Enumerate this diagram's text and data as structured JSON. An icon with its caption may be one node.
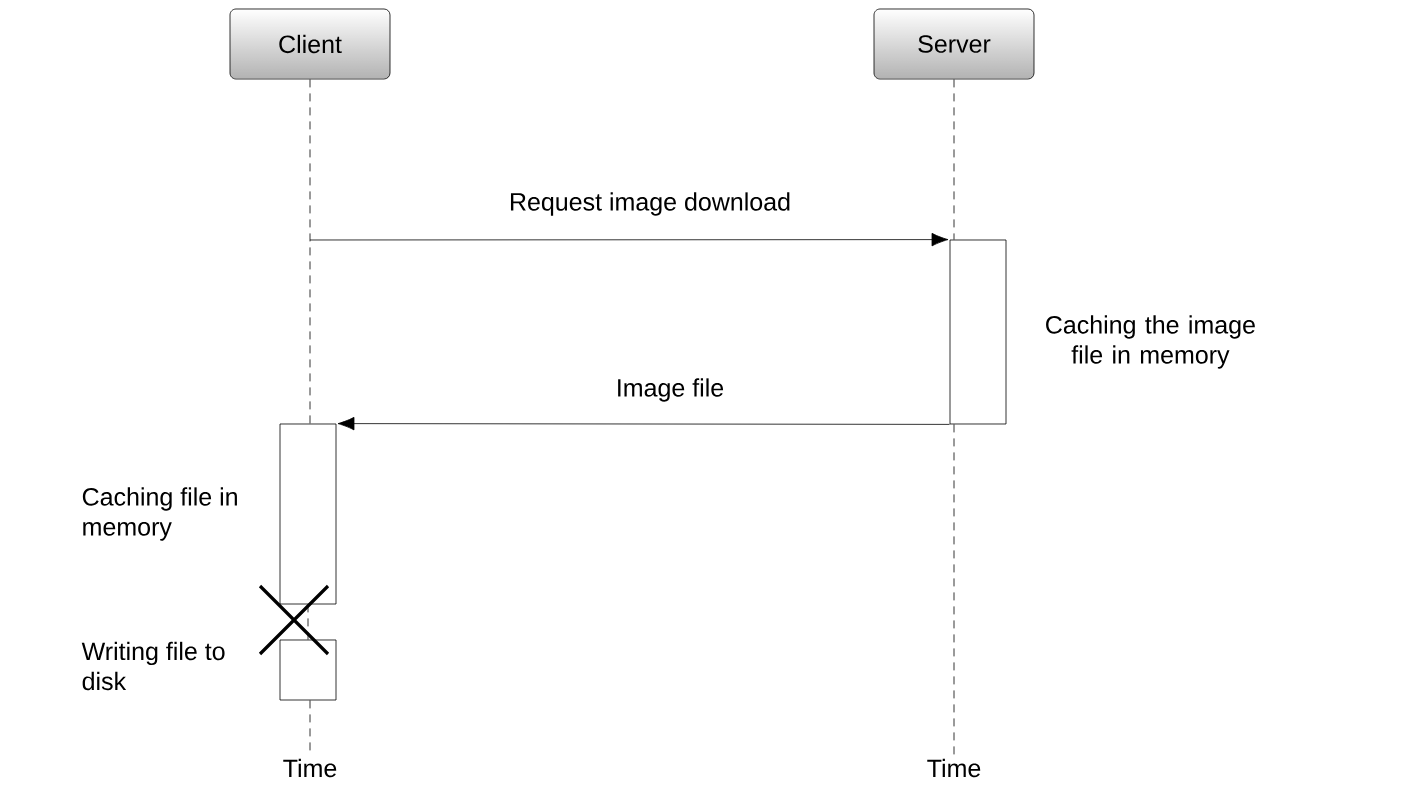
{
  "diagram": {
    "nodes": [
      {
        "text": [
          "Client"
        ]
      },
      {
        "text": [
          "Server"
        ]
      },
      {
        "text": [],
        "shape": "bar",
        "beside": [
          "Caching the image file in memory"
        ]
      },
      {
        "text": [],
        "shape": "bar",
        "beside": [
          "Caching file in memory"
        ]
      },
      {
        "text": [],
        "shape": "bar",
        "beside": [
          "Writing file to disk"
        ]
      },
      {
        "text": [
          "Time"
        ]
      },
      {
        "text": [
          "Time"
        ]
      }
    ],
    "edges": [
      {
        "from": 0,
        "to": 3,
        "arrow": "none",
        "style": "dashed"
      },
      {
        "from": 3,
        "to": 4,
        "arrow": "none",
        "style": "dashed"
      },
      {
        "from": 4,
        "to": 5,
        "arrow": "none",
        "style": "dashed"
      },
      {
        "from": 1,
        "to": 2,
        "arrow": "none",
        "style": "dashed"
      },
      {
        "from": 2,
        "to": 6,
        "arrow": "none",
        "style": "dashed"
      },
      {
        "from": null,
        "to": 2,
        "arrow": "to",
        "label": "Request image download"
      },
      {
        "from": 2,
        "to": 3,
        "arrow": "to",
        "label": "Image file"
      }
    ]
  }
}
